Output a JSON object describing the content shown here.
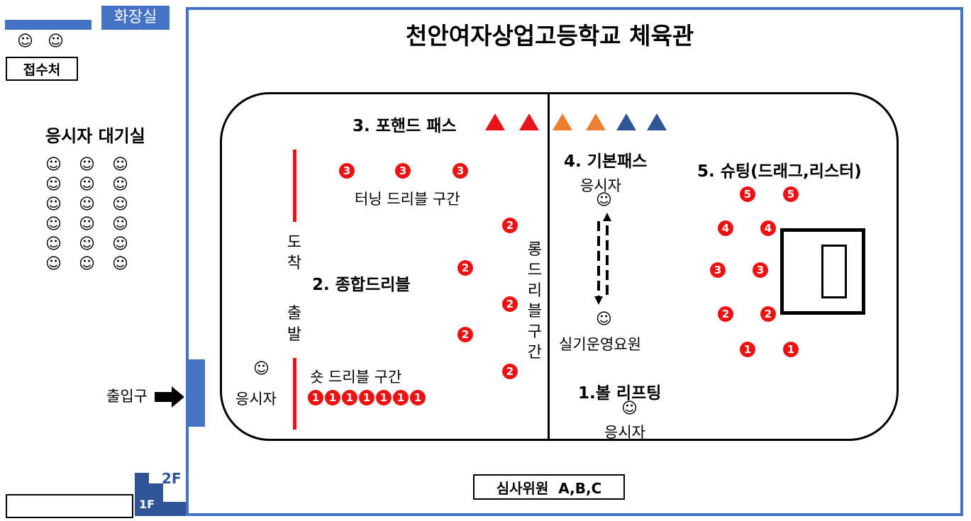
{
  "restroom": {
    "label": "화장실"
  },
  "reception": {
    "label": "접수처"
  },
  "waiting_room": {
    "title": "응시자 대기실"
  },
  "entrance": {
    "label": "출입구"
  },
  "floors": {
    "first": "1F",
    "second": "2F"
  },
  "gym": {
    "title": "천안여자상업고등학교 체육관"
  },
  "judges": {
    "label": "심사위원  A,B,C"
  },
  "station3": {
    "title": "3. 포핸드 패스",
    "cone_colors": [
      "#e8141b",
      "#e8141b",
      "#ed7d31",
      "#ed7d31",
      "#2f5597",
      "#2f5597"
    ]
  },
  "station2": {
    "title": "2. 종합드리블",
    "turning_zone": "터닝 드리블 구간",
    "short_zone": "숏 드리블 구간",
    "long_zone_chars": [
      "롱",
      "드",
      "리",
      "블",
      "구",
      "간"
    ],
    "arrival_chars": [
      "도",
      "착"
    ],
    "start_chars": [
      "출",
      "발"
    ],
    "candidate": "응시자",
    "marker_3": "3",
    "marker_2": "2",
    "marker_1": "1"
  },
  "station4": {
    "title": "4. 기본패스",
    "candidate": "응시자",
    "staff": "실기운영요원"
  },
  "station1": {
    "title": "1.볼 리프팅",
    "candidate": "응시자"
  },
  "station5": {
    "title": "5. 슈팅(드래그,리스터)",
    "markers": [
      "5",
      "4",
      "3",
      "2",
      "1"
    ]
  },
  "smiley": "☺"
}
